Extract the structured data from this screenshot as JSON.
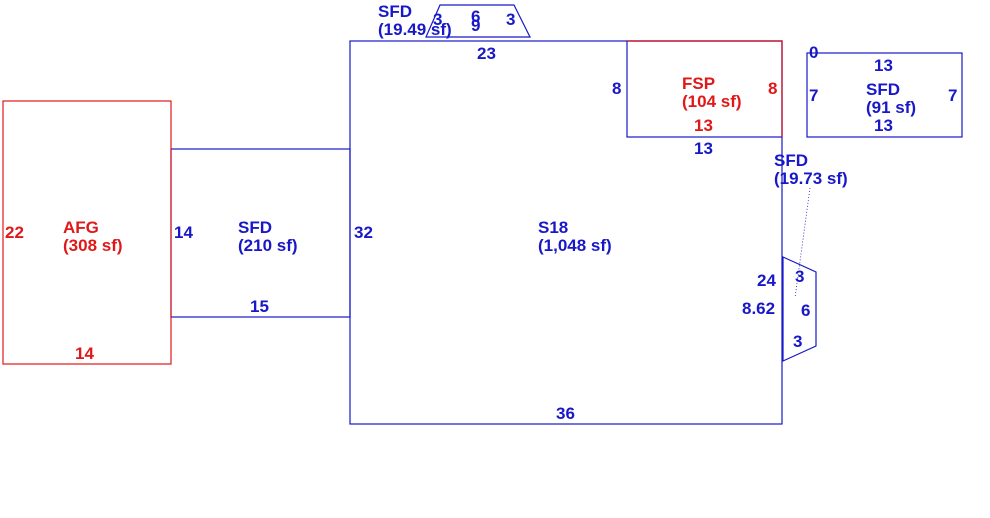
{
  "areas": {
    "afg": {
      "name": "AFG",
      "area": "(308 sf)"
    },
    "sfd_mid": {
      "name": "SFD",
      "area": "(210 sf)"
    },
    "s18": {
      "name": "S18",
      "area": "(1,048 sf)"
    },
    "fsp": {
      "name": "FSP",
      "area": "(104 sf)"
    },
    "sfd_right": {
      "name": "SFD",
      "area": "(91 sf)"
    },
    "sfd_top": {
      "name": "SFD",
      "area": "(19.49 sf)"
    },
    "sfd_bay": {
      "name": "SFD",
      "area": "(19.73 sf)"
    }
  },
  "dimensions": {
    "afg_left": "22",
    "afg_bottom": "14",
    "sfd_mid_right": "14",
    "sfd_mid_bottom": "15",
    "s18_left": "32",
    "s18_top": "23",
    "s18_bottom": "36",
    "s18_right": "24",
    "s18_right_seg": "8.62",
    "fsp_left": "8",
    "fsp_right": "8",
    "fsp_bottom_in": "13",
    "fsp_bottom_out": "13",
    "sfd_right_top": "13",
    "sfd_right_bottom": "13",
    "sfd_right_left": "7",
    "sfd_right_right": "7",
    "sfd_right_zero": "0",
    "top_bay_left": "3",
    "top_bay_mid_a": "6",
    "top_bay_mid_b": "9",
    "top_bay_right": "3",
    "side_bay_top": "3",
    "side_bay_mid": "6",
    "side_bay_bottom": "3"
  },
  "colors": {
    "blue": "#1818c8",
    "red": "#e01818"
  }
}
